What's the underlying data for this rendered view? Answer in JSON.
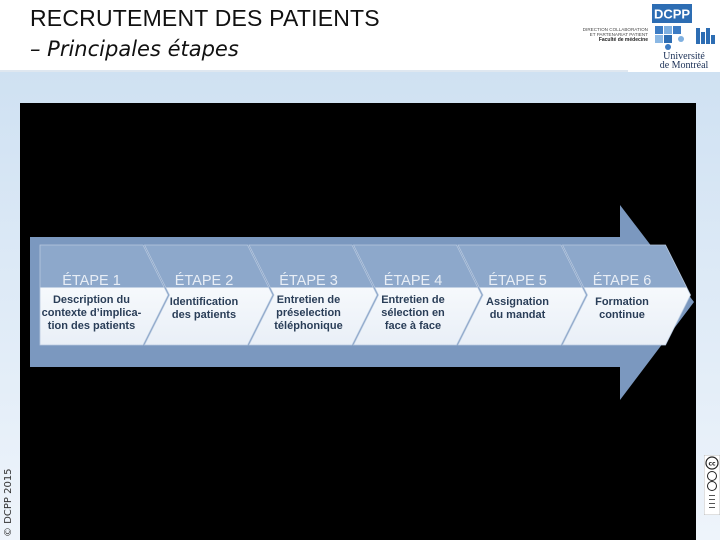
{
  "header": {
    "title": "RECRUTEMENT DES PATIENTS",
    "subtitle": "– Principales étapes"
  },
  "logo": {
    "direction_lines": [
      "DIRECTION COLLABORATION",
      "ET PARTENARIAT PATIENT"
    ],
    "faculty": "Faculté de médecine",
    "dcpp": "DCPP",
    "university_line1": "Université",
    "university_line2": "de Montréal"
  },
  "footer": {
    "copyright": "© DCPP 2015",
    "license_mark": "cc"
  },
  "steps": [
    {
      "title": "ÉTAPE 1",
      "desc": "Description du\ncontexte d’implica-\ntion des patients"
    },
    {
      "title": "ÉTAPE 2",
      "desc": "Identification\ndes patients"
    },
    {
      "title": "ÉTAPE 3",
      "desc": "Entretien de\npréselection\ntéléphonique"
    },
    {
      "title": "ÉTAPE 4",
      "desc": "Entretien de\nsélection en\nface à face"
    },
    {
      "title": "ÉTAPE 5",
      "desc": "Assignation\ndu mandat"
    },
    {
      "title": "ÉTAPE 6",
      "desc": "Formation\ncontinue"
    }
  ],
  "colors": {
    "arrow": "#7b98bf",
    "chevron_fill": "#f4f7fb",
    "step_title": "#e8eef6",
    "brand_blue": "#2d6db3"
  }
}
